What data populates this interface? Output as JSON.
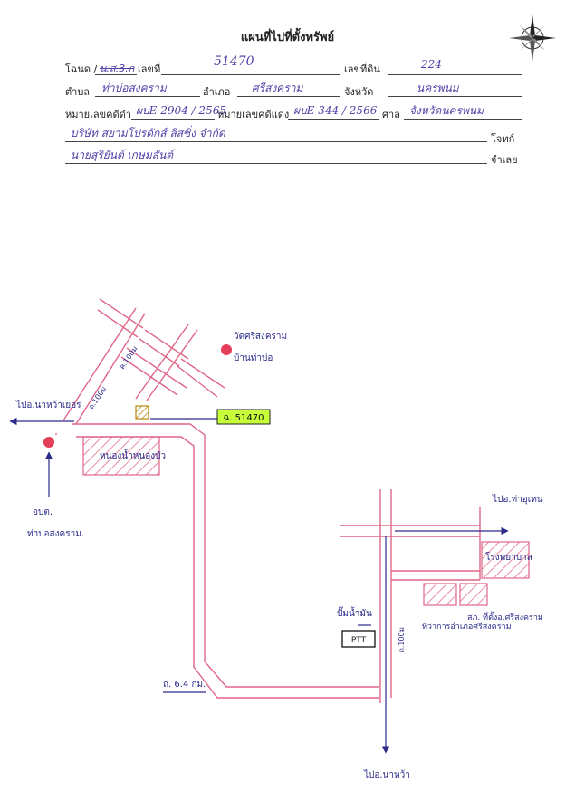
{
  "title": "แผนที่ไปที่ตั้งทรัพย์",
  "header": {
    "title_deed_label": "โฉนด /",
    "title_deed_struck": "น.ส.3.ก",
    "number_label": "เลขที่",
    "number_value": "51470",
    "land_no_label": "เลขที่ดิน",
    "land_no_value": "224",
    "subdistrict_label": "ตำบล",
    "subdistrict_value": "ท่าบ่อสงคราม",
    "district_label": "อำเภอ",
    "district_value": "ศรีสงคราม",
    "province_label": "จังหวัด",
    "province_value": "นครพนม",
    "black_case_label": "หมายเลขคดีดำ",
    "black_case_value": "ผบE 2904 / 2565",
    "red_case_label": "หมายเลขคดีแดง",
    "red_case_value": "ผบE 344 / 2566",
    "court_label": "ศาล",
    "court_value": "จังหวัดนครพนม",
    "plaintiff_value": "บริษัท สยามโปรดักส์ ลิสซิ่ง จำกัด",
    "plaintiff_label": "โจทก์",
    "defendant_value": "นายสุริยันต์ เกษมสันต์",
    "defendant_label": "จำเลย"
  },
  "map": {
    "to_nakhon_phanom_left": "ไปอ.นาหว้าเยอร",
    "road_label_a": "ค.100ม",
    "road_label_b": "ถ.100ม",
    "temple_label_1": "วัดศรีสงคราม",
    "temple_label_2": "บ้านท่าบ่อ",
    "deed_tag": "ฉ. 51470",
    "pond_label": "หนองน้ำหนองบัว",
    "obt_label_1": "อบต.",
    "obt_label_2": "ท่าบ่อสงคราม.",
    "to_thakhom": "ไปอ.ท่าอุเทน",
    "hospital_label": "โรงพยาบาล",
    "district_office_label": "ที่ว่าการอำเภอศรีสงคราม",
    "police_label": "สภ. ที่ตั้งอ.ศรีสงคราม",
    "pump_label": "ปั๊มน้ำมัน",
    "ptt_label": "PTT",
    "road_label_c": "ถ.100ม",
    "distance_label": "ถ. 6.4 กม.",
    "to_na_wa": "ไปอ.นาหว้า"
  },
  "colors": {
    "road": "#e06688",
    "arrow": "#2a2a8a",
    "pin": "#e33e5a",
    "highlight": "#c6ff3a",
    "plot": "#e8b820"
  }
}
